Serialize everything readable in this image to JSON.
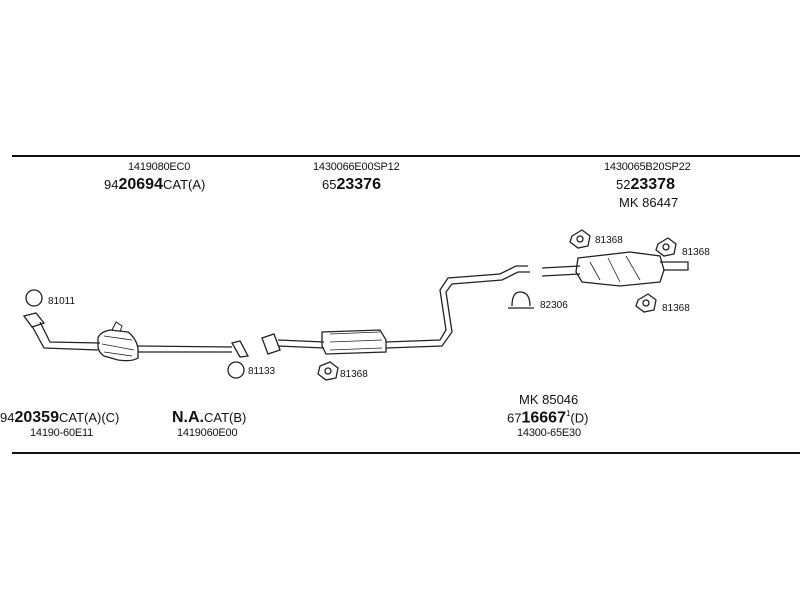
{
  "top_labels": {
    "p1_code": "1419080EC0",
    "p1_prefix": "94",
    "p1_big": "20694",
    "p1_suffix": "CAT(A)",
    "p2_code": "1430066E00SP12",
    "p2_prefix": "65",
    "p2_big": "23376",
    "p3_code": "1430065B20SP22",
    "p3_prefix": "52",
    "p3_big": "23378",
    "p3_kit": "MK 86447"
  },
  "parts": {
    "p81011": "81011",
    "p81133": "81133",
    "p81368_a": "81368",
    "p81368_b": "81368",
    "p81368_c": "81368",
    "p81368_d": "81368",
    "p82306": "82306"
  },
  "bottom_labels": {
    "b1_prefix": "94",
    "b1_big": "20359",
    "b1_suffix": "CAT(A)(C)",
    "b1_code": "14190-60E11",
    "b2_big": "N.A.",
    "b2_suffix": "CAT(B)",
    "b2_code": "1419060E00",
    "b3_kit": "MK 85046",
    "b3_prefix": "67",
    "b3_big": "16667",
    "b3_sup": "1",
    "b3_suffix": "(D)",
    "b3_code": "14300-65E30"
  }
}
